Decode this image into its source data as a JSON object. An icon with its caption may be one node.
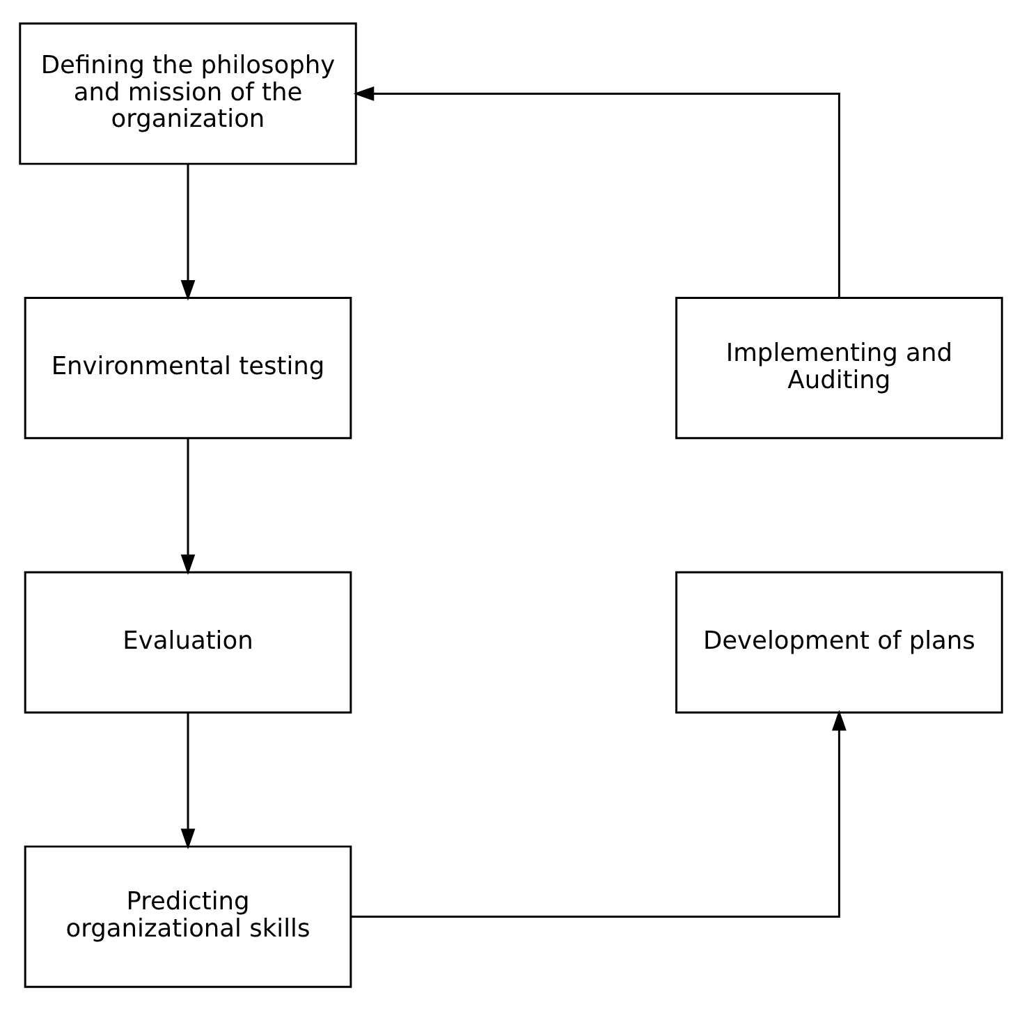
{
  "diagram": {
    "nodes": [
      {
        "text": [
          "Defining the philosophy and mission of the organization"
        ]
      },
      {
        "text": [
          "Implementing and Auditing"
        ]
      },
      {
        "text": [
          "Environmental testing"
        ]
      },
      {
        "text": [
          "Development of plans"
        ]
      },
      {
        "text": [
          "Evaluation"
        ]
      },
      {
        "text": [
          "Predicting organizational skills"
        ]
      }
    ],
    "edges": [
      {
        "from": 1,
        "to": 0,
        "arrow": "to"
      },
      {
        "from": 0,
        "to": 2,
        "arrow": "to"
      },
      {
        "from": 2,
        "to": 4,
        "arrow": "to"
      },
      {
        "from": 4,
        "to": 5,
        "arrow": "to"
      },
      {
        "from": 5,
        "to": 3,
        "arrow": "to"
      }
    ]
  }
}
